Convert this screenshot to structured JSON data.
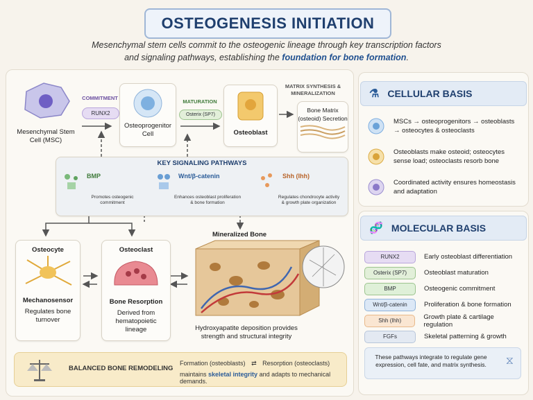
{
  "title": "OSTEOGENESIS INITIATION",
  "subtitle_part1": "Mesenchymal stem cells commit to the osteogenic lineage through key transcription factors",
  "subtitle_part2": "and signaling pathways, establishing the ",
  "subtitle_bold": "foundation for bone formation",
  "subtitle_end": ".",
  "flow": {
    "msc_label": "Mesenchymal Stem Cell (MSC)",
    "commitment_label": "COMMITMENT",
    "runx2": "RUNX2",
    "progenitor_label": "Osteoprogenitor Cell",
    "maturation_label": "MATURATION",
    "osterix": "Osterix (SP7)",
    "osteoblast_label": "Osteoblast",
    "matrix_head": "MATRIX SYNTHESIS & MINERALIZATION",
    "matrix_label": "Bone Matrix (osteoid) Secretion"
  },
  "signaling": {
    "title": "KEY SIGNALING PATHWAYS",
    "bmp_name": "BMP",
    "bmp_desc": "Promotes osteogenic commitment",
    "wnt_name": "Wnt/β-catenin",
    "wnt_desc": "Enhances osteoblast proliferation & bone formation",
    "shh_name": "Shh (Ihh)",
    "shh_desc": "Regulates chondrocyte activity & growth plate organization"
  },
  "lower": {
    "osteocyte_title": "Osteocyte",
    "osteocyte_sub": "Mechanosensor",
    "osteocyte_desc": "Regulates bone turnover",
    "osteoclast_title": "Osteoclast",
    "osteoclast_sub": "Bone Resorption",
    "osteoclast_desc": "Derived from hematopoietic lineage",
    "bone_title": "Mineralized Bone",
    "bone_desc": "Hydroxyapatite deposition provides strength and structural integrity"
  },
  "remodeling": {
    "title": "BALANCED BONE REMODELING",
    "formation": "Formation (osteoblasts)",
    "resorption": "Resorption (osteoclasts)",
    "line2_a": "maintains ",
    "line2_b": "skeletal integrity",
    "line2_c": " and adapts to mechanical demands."
  },
  "cellular": {
    "title": "CELLULAR BASIS",
    "items": [
      "MSCs → osteoprogenitors → osteoblasts → osteocytes & osteoclasts",
      "Osteoblasts make osteoid; osteocytes sense load; osteoclasts resorb bone",
      "Coordinated activity ensures homeostasis and adaptation"
    ]
  },
  "molecular": {
    "title": "MOLECULAR BASIS",
    "rows": [
      {
        "name": "RUNX2",
        "desc": "Early osteoblast differentiation"
      },
      {
        "name": "Osterix (SP7)",
        "desc": "Osteoblast maturation"
      },
      {
        "name": "BMP",
        "desc": "Osteogenic commitment"
      },
      {
        "name": "Wnt/β-catenin",
        "desc": "Proliferation & bone formation"
      },
      {
        "name": "Shh (Ihh)",
        "desc": "Growth plate & cartilage regulation"
      },
      {
        "name": "FGFs",
        "desc": "Skeletal patterning & growth"
      }
    ],
    "note": "These pathways integrate to regulate gene expression, cell fate, and matrix synthesis."
  },
  "colors": {
    "runx2": "#e6dcf3",
    "osterix": "#e2efd9",
    "bmp": "#dff0d8",
    "wnt": "#dce8f6",
    "shh": "#fae6d2",
    "fgf": "#e3e9f2",
    "title_blue": "#1f3f6e"
  }
}
